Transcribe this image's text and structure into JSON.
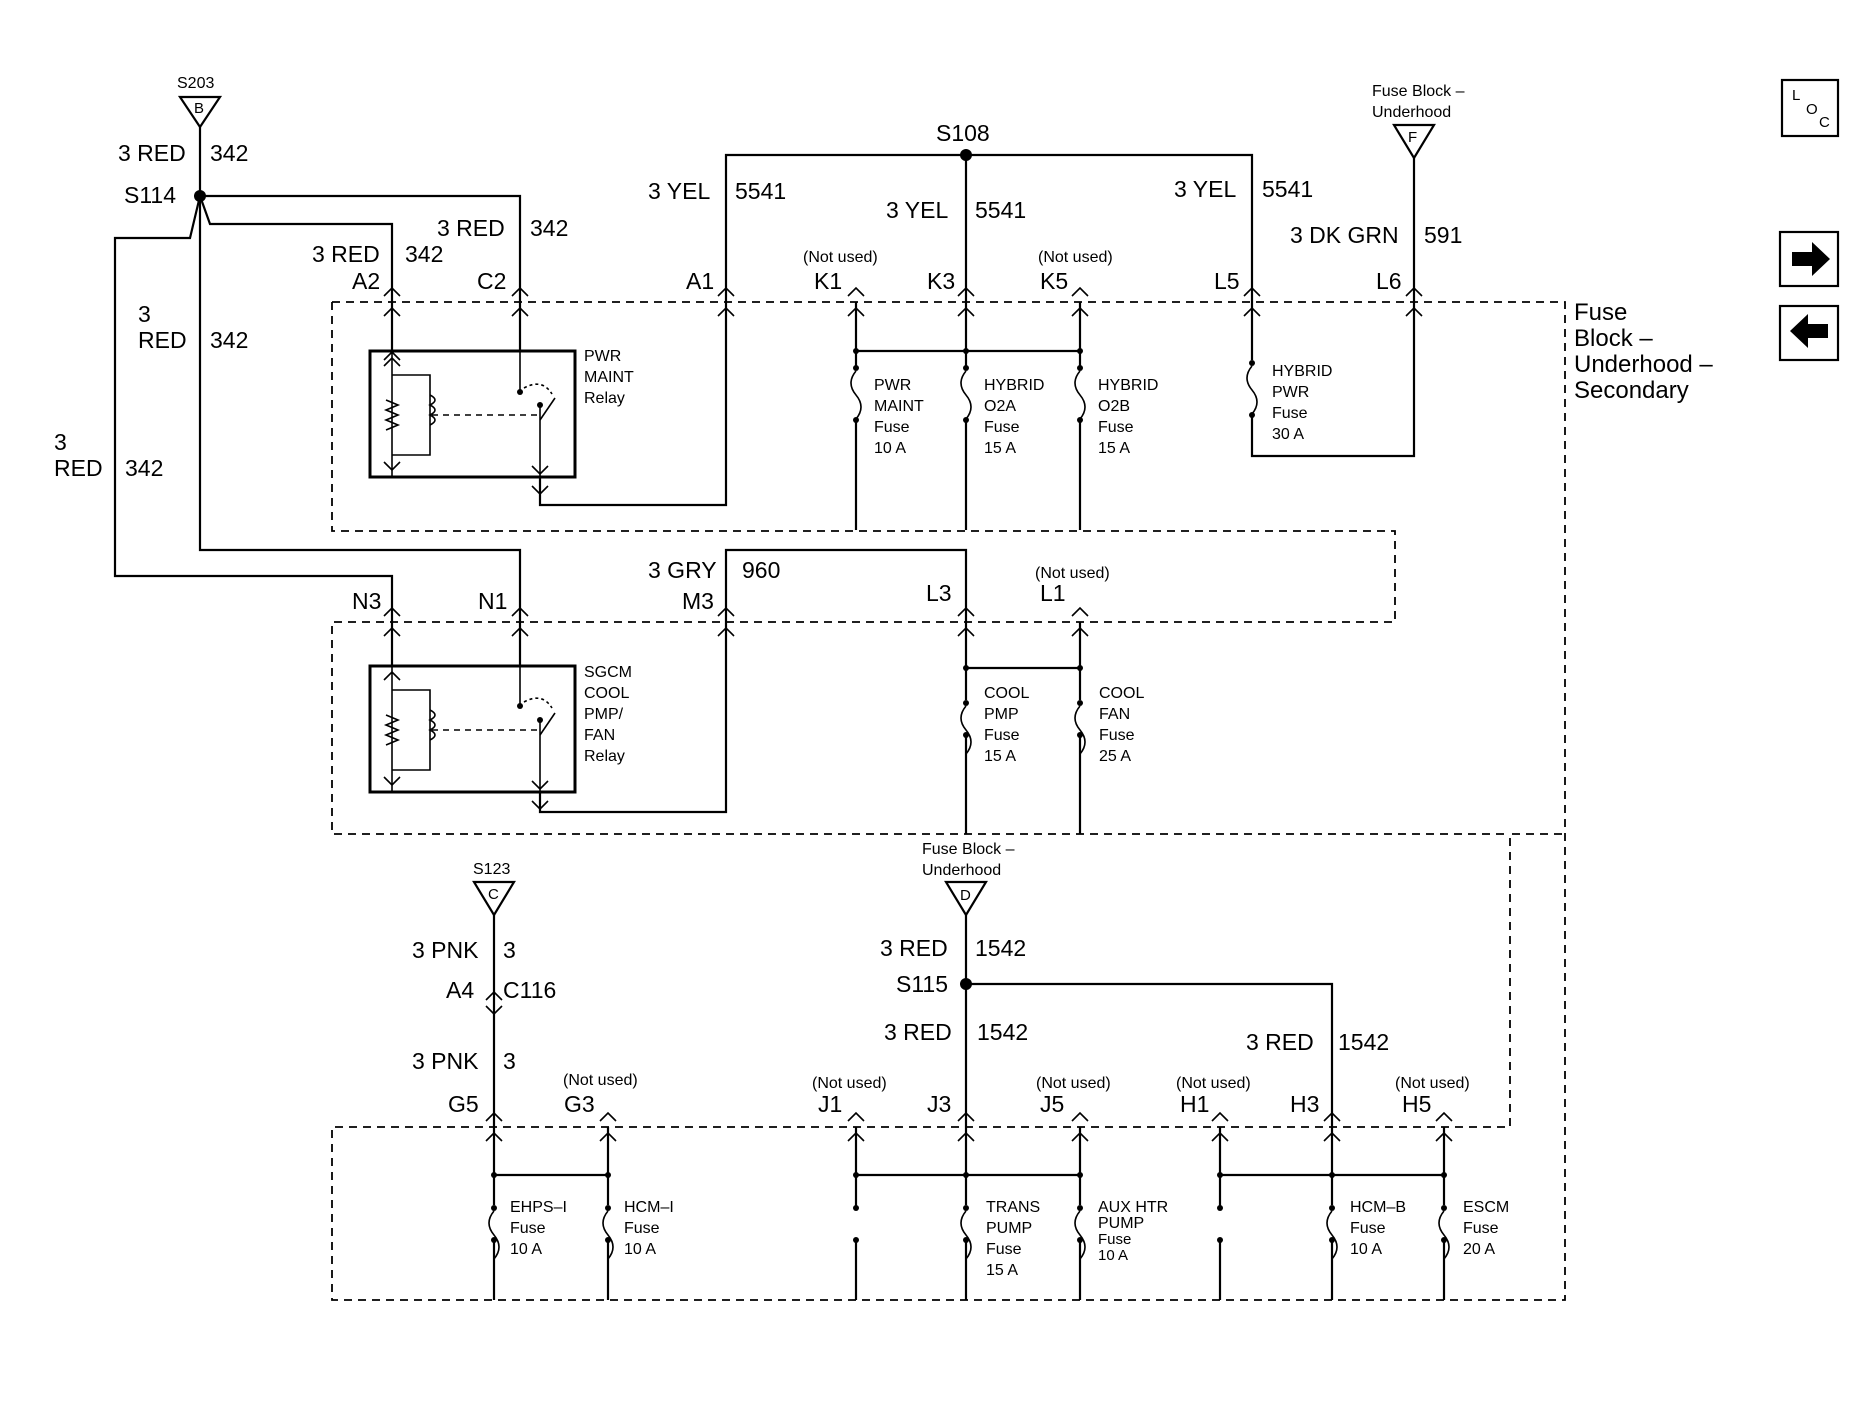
{
  "nav": {
    "loc": {
      "l": "L",
      "o": "O",
      "c": "C"
    },
    "next_icon": "arrow-right-icon",
    "prev_icon": "arrow-left-icon"
  },
  "fuse_block_secondary": [
    "Fuse",
    "Block –",
    "Underhood –",
    "Secondary"
  ],
  "splices": {
    "s203": {
      "name": "S203",
      "letter": "B"
    },
    "s123": {
      "name": "S123",
      "letter": "C"
    },
    "fb_f": {
      "name": [
        "Fuse Block –",
        "Underhood"
      ],
      "letter": "F"
    },
    "fb_d": {
      "name": [
        "Fuse Block –",
        "Underhood"
      ],
      "letter": "D"
    },
    "s114": "S114",
    "s108": "S108",
    "s115": "S115"
  },
  "wires": {
    "w1_color": "3 RED",
    "w1_num": "342",
    "w2_color": "3 RED",
    "w2_num": "342",
    "w3_color": "3 RED",
    "w3_num": "342",
    "w4_color_a": "3",
    "w4_color_b": "RED",
    "w4_num": "342",
    "w5_color_a": "3",
    "w5_color_b": "RED",
    "w5_num": "342",
    "yel1_color": "3 YEL",
    "yel1_num": "5541",
    "yel2_color": "3 YEL",
    "yel2_num": "5541",
    "yel3_color": "3 YEL",
    "yel3_num": "5541",
    "grn_color": "3 DK GRN",
    "grn_num": "591",
    "gry_color": "3 GRY",
    "gry_num": "960",
    "pnk1_color": "3 PNK",
    "pnk1_num": "3",
    "pnk2_color": "3 PNK",
    "pnk2_num": "3",
    "conn_a4": "A4",
    "conn_c116": "C116",
    "red1542a_color": "3 RED",
    "red1542a_num": "1542",
    "red1542b_color": "3 RED",
    "red1542b_num": "1542",
    "red1542c_color": "3 RED",
    "red1542c_num": "1542"
  },
  "pins": {
    "a2": "A2",
    "c2": "C2",
    "a1": "A1",
    "k1": "K1",
    "k3": "K3",
    "k5": "K5",
    "l5": "L5",
    "l6": "L6",
    "n3": "N3",
    "n1": "N1",
    "m3": "M3",
    "l3": "L3",
    "l1": "L1",
    "g5": "G5",
    "g3": "G3",
    "j1": "J1",
    "j3": "J3",
    "j5": "J5",
    "h1": "H1",
    "h3": "H3",
    "h5": "H5"
  },
  "not_used": "(Not used)",
  "relays": {
    "pwr_maint": [
      "PWR",
      "MAINT",
      "Relay"
    ],
    "sgcm": [
      "SGCM",
      "COOL",
      "PMP/",
      "FAN",
      "Relay"
    ]
  },
  "fuses": {
    "pwr_maint": [
      "PWR",
      "MAINT",
      "Fuse",
      "10 A"
    ],
    "hybrid_o2a": [
      "HYBRID",
      "O2A",
      "Fuse",
      "15 A"
    ],
    "hybrid_o2b": [
      "HYBRID",
      "O2B",
      "Fuse",
      "15 A"
    ],
    "hybrid_pwr": [
      "HYBRID",
      "PWR",
      "Fuse",
      "30 A"
    ],
    "cool_pmp": [
      "COOL",
      "PMP",
      "Fuse",
      "15 A"
    ],
    "cool_fan": [
      "COOL",
      "FAN",
      "Fuse",
      "25 A"
    ],
    "ehps": [
      "EHPS–I",
      "Fuse",
      "10 A"
    ],
    "hcm_i": [
      "HCM–I",
      "Fuse",
      "10 A"
    ],
    "trans_pump": [
      "TRANS",
      "PUMP",
      "Fuse",
      "15 A"
    ],
    "aux_htr": [
      "AUX HTR",
      "PUMP",
      "Fuse",
      "10 A"
    ],
    "hcm_b": [
      "HCM–B",
      "Fuse",
      "10 A"
    ],
    "escm": [
      "ESCM",
      "Fuse",
      "20 A"
    ]
  }
}
